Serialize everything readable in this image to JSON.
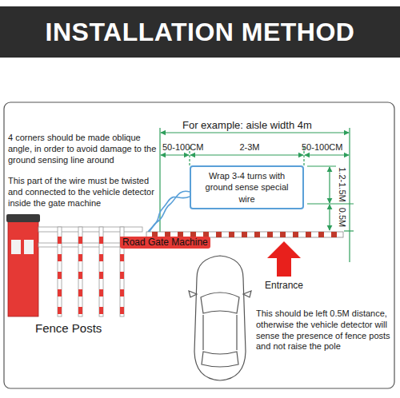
{
  "diagram": {
    "title": "INSTALLATION METHOD",
    "nodes": [
      {
        "text": [
          "Wrap 3-4 turns with ground sense special wire"
        ]
      }
    ],
    "labels": [
      "For example: aisle width 4m",
      "50-100CM",
      "2-3M",
      "50-100CM",
      "1.2-1.5M",
      "0.5M",
      "4 corners should be made oblique angle, in order to avoid damage to the ground sensing line around",
      "This part of the wire must be twisted and connected to the vehicle detector inside the gate machine",
      "Road Gate Machine",
      "Entrance",
      "This should be left 0.5M distance, otherwise the vehicle detector will sense the presence of fence posts and not raise the pole",
      "Fence Posts"
    ]
  }
}
